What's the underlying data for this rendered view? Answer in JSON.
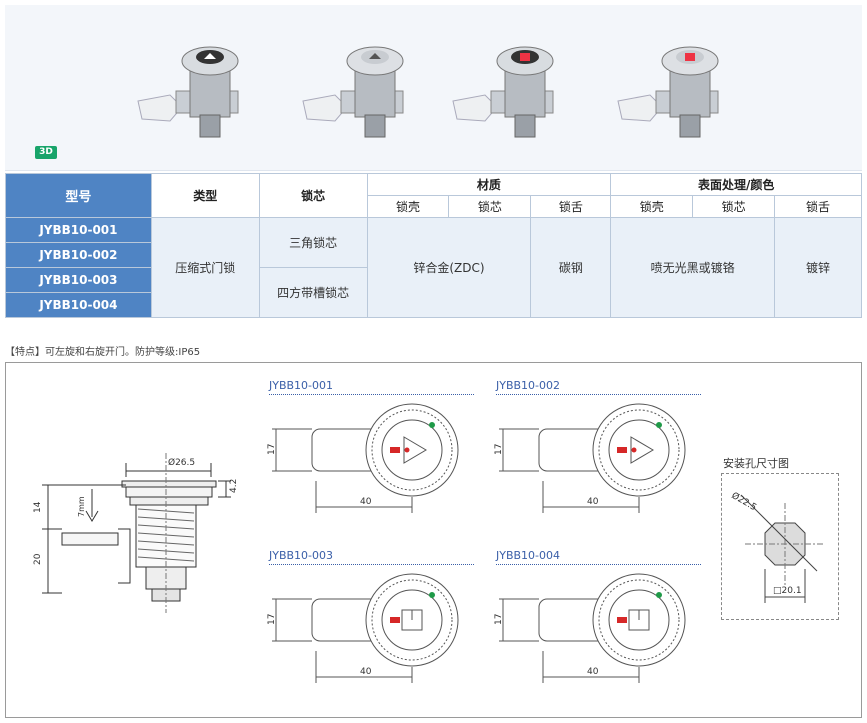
{
  "badge": "3D",
  "table": {
    "headers": {
      "model": "型号",
      "type": "类型",
      "core": "锁芯",
      "material": "材质",
      "surface": "表面处理/颜色"
    },
    "sub_headers": {
      "mat_shell": "锁壳",
      "mat_core": "锁芯",
      "mat_tongue": "锁舌",
      "surf_shell": "锁壳",
      "surf_core": "锁芯",
      "surf_tongue": "锁舌"
    },
    "models": [
      "JYBB10-001",
      "JYBB10-002",
      "JYBB10-003",
      "JYBB10-004"
    ],
    "type_value": "压缩式门锁",
    "core_values": [
      "三角锁芯",
      "四方带槽锁芯"
    ],
    "material_shell_core": "锌合金(ZDC)",
    "material_tongue": "碳钢",
    "surface_shell_core": "喷无光黑或镀铬",
    "surface_tongue": "镀锌"
  },
  "note": "【特点】可左旋和右旋开门。防护等级:IP65",
  "drawing": {
    "side_dims": {
      "diameter": "Ø26.5",
      "thickness": "4.2",
      "top": "14",
      "bottom": "20",
      "stroke": "7mm"
    },
    "views": [
      {
        "label": "JYBB10-001",
        "height": "17",
        "length": "40"
      },
      {
        "label": "JYBB10-002",
        "height": "17",
        "length": "40"
      },
      {
        "label": "JYBB10-003",
        "height": "17",
        "length": "40"
      },
      {
        "label": "JYBB10-004",
        "height": "17",
        "length": "40"
      }
    ],
    "hole": {
      "title": "安装孔尺寸图",
      "diameter": "Ø22.5",
      "square": "□20.1"
    }
  }
}
